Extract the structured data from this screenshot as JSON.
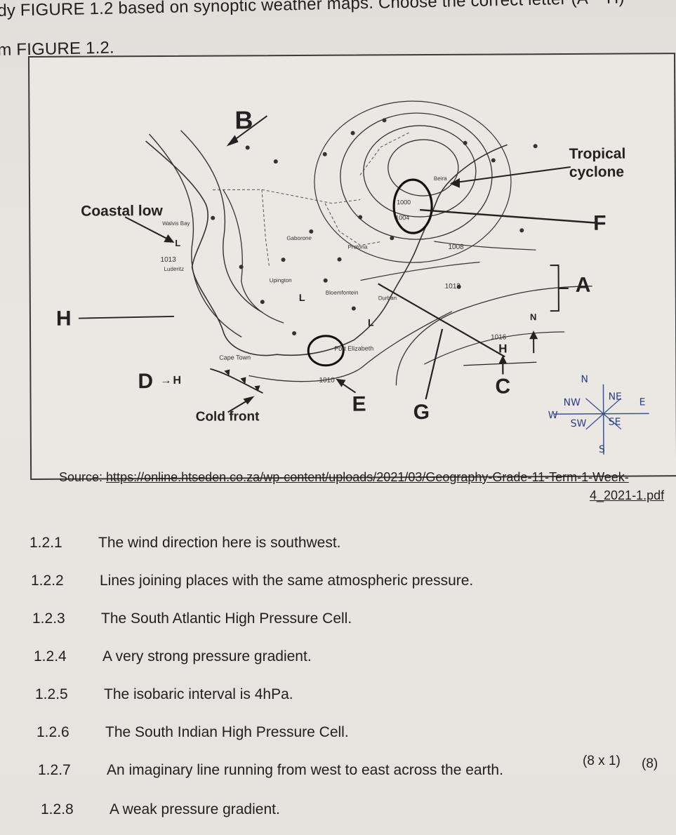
{
  "header": {
    "line1": "dy FIGURE 1.2 based on synoptic weather maps.  Choose the correct letter (A – H)",
    "line2": "m FIGURE 1.2."
  },
  "figure": {
    "labels": {
      "B": "B",
      "tropical1": "Tropical",
      "tropical2": "cyclone",
      "coastal_low": "Coastal low",
      "F": "F",
      "A": "A",
      "H_left": "H",
      "D": "D",
      "D_H": "H",
      "cold_front": "Cold front",
      "E": "E",
      "G": "G",
      "C": "C",
      "N_small": "N",
      "H_small": "H",
      "L1": "L",
      "L2": "L",
      "L3": "L",
      "iso_1008": "1008",
      "iso_1012": "1012",
      "iso_1016": "1016",
      "iso_1010": "1010",
      "iso_1013": "1013",
      "iso_1000": "1000",
      "iso_1004": "1004",
      "city_cape_town": "Cape Town",
      "city_port_elizabeth": "Port Elizabeth",
      "city_walvis_bay": "Walvis Bay",
      "city_luderitz": "Luderitz",
      "city_upington": "Upington",
      "city_bloemfontein": "Bloemfontein",
      "city_pretoria": "Pretoria",
      "city_gaborone": "Gaborone",
      "city_beira": "Beira",
      "city_durban": "Durban"
    },
    "compass": {
      "n": "N",
      "ne": "NE",
      "e": "E",
      "se": "SE",
      "s": "S",
      "sw": "SW",
      "w": "W",
      "nw": "NW"
    }
  },
  "source": {
    "label": "Source: ",
    "url": "https://online.htseden.co.za/wp-content/uploads/2021/03/Geography-Grade-11-Term-1-Week-",
    "url_tail": "4_2021-1.pdf"
  },
  "questions": [
    {
      "num": "1.2.1",
      "text": "The wind direction here is southwest."
    },
    {
      "num": "1.2.2",
      "text": "Lines joining places with the same atmospheric pressure."
    },
    {
      "num": "1.2.3",
      "text": "The South Atlantic High Pressure Cell."
    },
    {
      "num": "1.2.4",
      "text": "A very strong pressure gradient."
    },
    {
      "num": "1.2.5",
      "text": "The isobaric interval is 4hPa."
    },
    {
      "num": "1.2.6",
      "text": "The South Indian High Pressure Cell."
    },
    {
      "num": "1.2.7",
      "text": "An imaginary line running from west to east across the earth."
    },
    {
      "num": "1.2.8",
      "text": "A weak pressure gradient."
    }
  ],
  "marks": {
    "calc": "(8 x 1)",
    "total": "(8)"
  }
}
